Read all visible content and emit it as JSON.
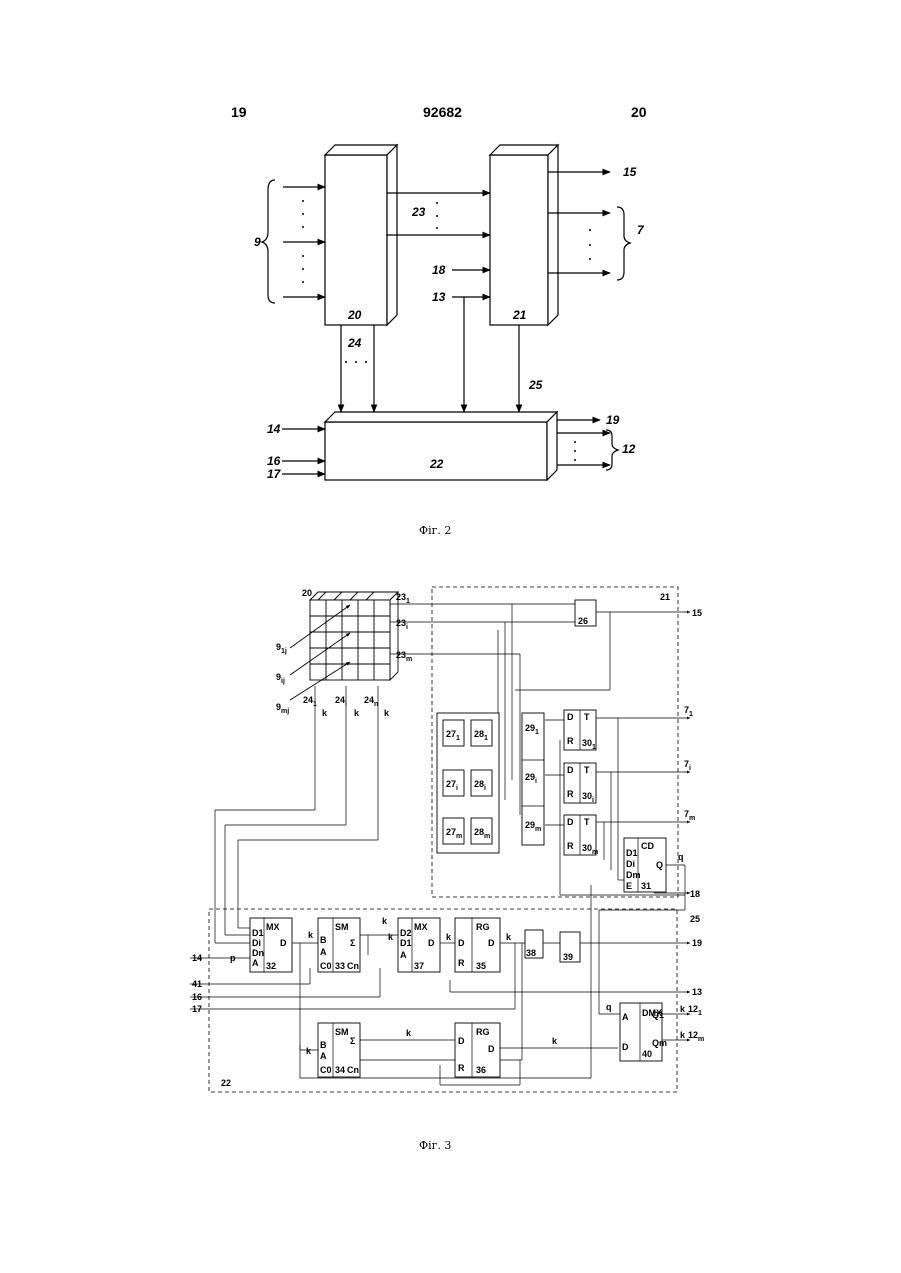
{
  "header": {
    "left": "19",
    "center": "92682",
    "right": "20"
  },
  "fig2": {
    "caption": "Фіг. 2",
    "labels": {
      "in_9": "9",
      "in_14": "14",
      "in_16": "16",
      "in_17": "17",
      "in_18": "18",
      "in_13": "13",
      "bus_23": "23",
      "bus_24": "24",
      "bus_25": "25",
      "blk_20": "20",
      "blk_21": "21",
      "blk_22": "22",
      "out_15": "15",
      "out_7": "7",
      "out_19": "19",
      "out_12": "12"
    }
  },
  "fig3": {
    "caption": "Фіг. 3",
    "labels": {
      "matrix": "20",
      "group_21": "21",
      "group_22": "22",
      "o15": "15",
      "o19": "19",
      "o18": "18",
      "o25": "25",
      "o13": "13",
      "i14": "14",
      "i41": "41",
      "i16": "16",
      "i17": "17",
      "b26": "26",
      "b27_1": "27",
      "b27_i": "27",
      "b27_m": "27",
      "b28_1": "28",
      "b28_i": "28",
      "b28_m": "28",
      "b29_1": "29",
      "b29_i": "29",
      "b29_m": "29",
      "b30_1": "30",
      "b30_i": "30",
      "b30_m": "30",
      "b31": "31",
      "b32": "32",
      "b33": "33",
      "b34": "34",
      "b35": "35",
      "b36": "36",
      "b37": "37",
      "b38": "38",
      "b39": "39",
      "b40": "40",
      "o7_1": "7",
      "o7_i": "7",
      "o7_m": "7",
      "o12_1": "12",
      "o12_m": "12",
      "l23_1": "23",
      "l23_i": "23",
      "l23_m": "23",
      "l24_1": "24",
      "l24_i": "24",
      "l24_n": "24",
      "l9_1j": "9",
      "l9_ij": "9",
      "l9_mj": "9",
      "k": "k",
      "q": "q",
      "p": "p",
      "MX": "MX",
      "SM": "SM",
      "RG": "RG",
      "DMX": "DMX",
      "CD": "CD",
      "T": "T",
      "D": "D",
      "R": "R",
      "A": "A",
      "B": "B",
      "Q": "Q",
      "E": "E",
      "sigma": "Σ",
      "C0": "C0",
      "Cn": "Cn",
      "Q1": "Q1",
      "Qm": "Qm",
      "D1": "D1",
      "Di": "Di",
      "Dn": "Dn",
      "D2": "D2",
      "Dm": "Dm",
      "sub1": "1",
      "subi": "i",
      "subm": "m",
      "subn": "n",
      "sub1j": "1j",
      "subij": "ij",
      "submj": "mj"
    }
  }
}
